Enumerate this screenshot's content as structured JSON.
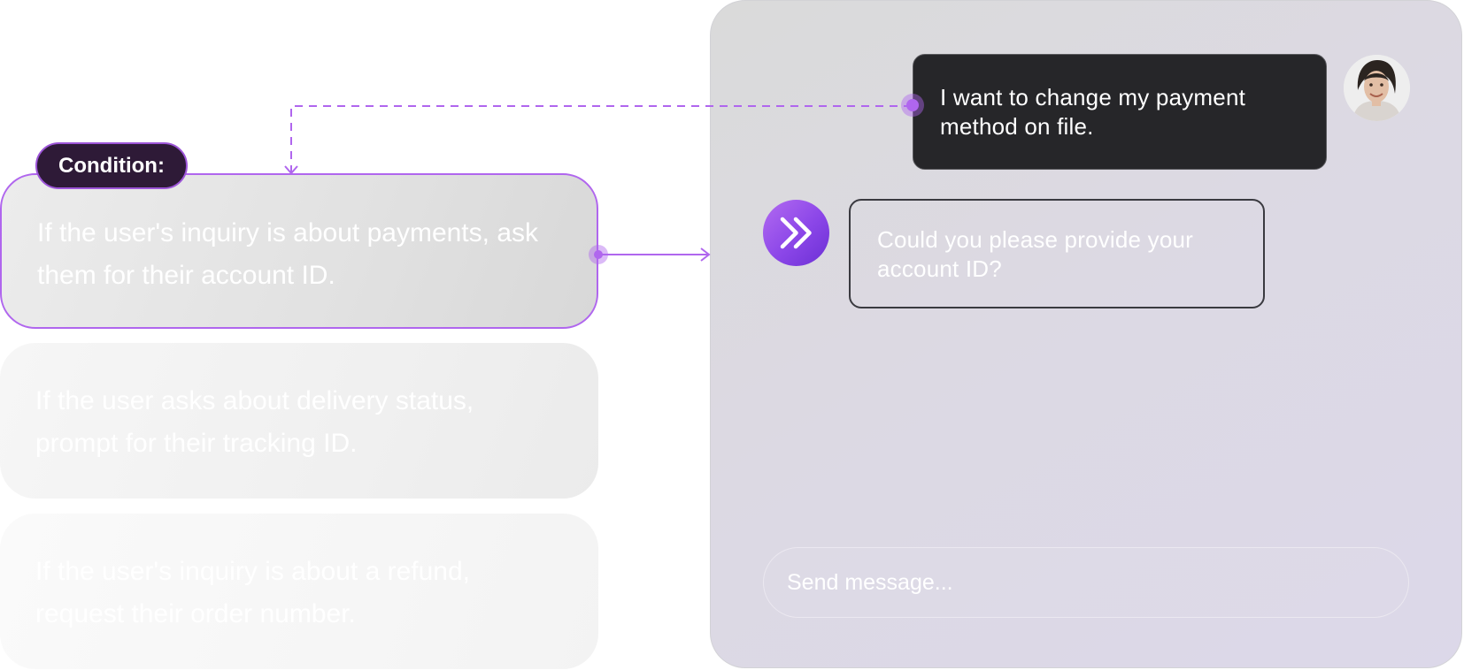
{
  "chat": {
    "user_message": "I want to change my payment method on file.",
    "bot_message": "Could you please provide your account ID?",
    "input_placeholder": "Send message..."
  },
  "condition": {
    "label": "Condition:"
  },
  "conditions": [
    {
      "text": "If the user's inquiry is about payments, ask them for their account ID."
    },
    {
      "text": "If the user asks about delivery status, prompt for their tracking ID."
    },
    {
      "text": "If the user's inquiry is about a refund, request their order number."
    }
  ],
  "colors": {
    "accent": "#b066ee",
    "accent_dark": "#2e1a37",
    "user_bubble": "#262629"
  },
  "icons": {
    "bot": "double-chevron-right-icon",
    "avatar": "user-avatar"
  }
}
